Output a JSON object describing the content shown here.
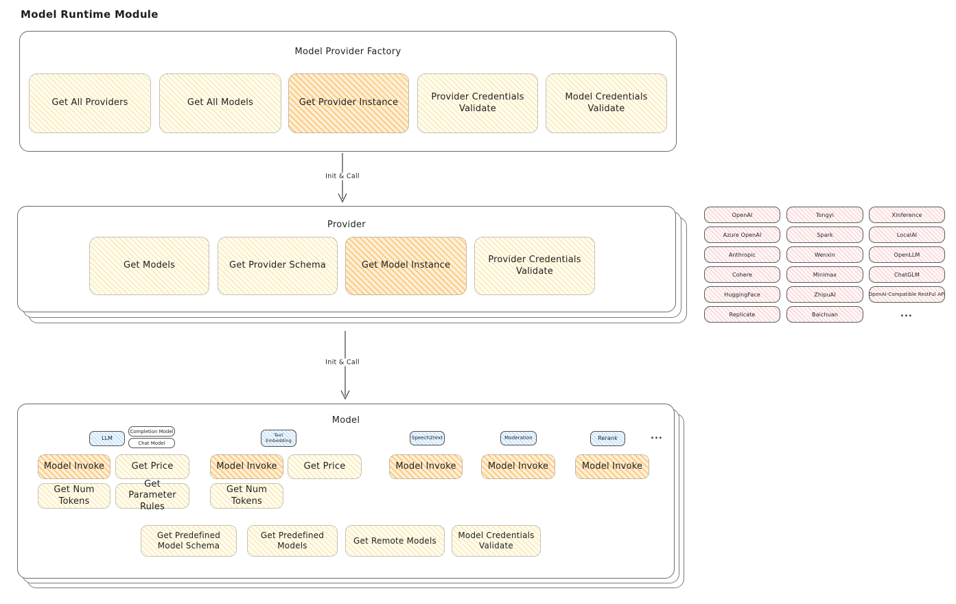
{
  "title": "Model Runtime Module",
  "factory": {
    "title": "Model Provider Factory",
    "items": [
      {
        "label": "Get All Providers",
        "highlighted": false
      },
      {
        "label": "Get All Models",
        "highlighted": false
      },
      {
        "label": "Get Provider Instance",
        "highlighted": true
      },
      {
        "label": "Provider Credentials Validate",
        "highlighted": false
      },
      {
        "label": "Model Credentials Validate",
        "highlighted": false
      }
    ]
  },
  "arrows": {
    "init_call_1": "Init & Call",
    "init_call_2": "Init & Call"
  },
  "provider": {
    "title": "Provider",
    "items": [
      {
        "label": "Get Models",
        "highlighted": false
      },
      {
        "label": "Get Provider Schema",
        "highlighted": false
      },
      {
        "label": "Get Model Instance",
        "highlighted": true
      },
      {
        "label": "Provider Credentials Validate",
        "highlighted": false
      }
    ]
  },
  "providers_grid": {
    "col1": [
      "OpenAI",
      "Azure OpenAI",
      "Anthropic",
      "Cohere",
      "HuggingFace",
      "Replicate"
    ],
    "col2": [
      "Tongyi",
      "Spark",
      "Wenxin",
      "Minimax",
      "ZhipuAI",
      "Baichuan"
    ],
    "col3": [
      "Xinference",
      "LocalAI",
      "OpenLLM",
      "ChatGLM",
      "OpenAI-Compatible RestFul API"
    ],
    "ellipsis": "..."
  },
  "model": {
    "title": "Model",
    "tabs": [
      "LLM",
      "Completion Model",
      "Chat Model",
      "Text Embedding",
      "Speech2text",
      "Moderation",
      "Rerank"
    ],
    "tabs_ellipsis": "...",
    "ops_row1": [
      "Model Invoke",
      "Get Price",
      "Model Invoke",
      "Get Price",
      "Model Invoke",
      "Model Invoke",
      "Model Invoke"
    ],
    "ops_row2": [
      "Get Num Tokens",
      "Get Parameter Rules",
      "Get Num Tokens"
    ],
    "ops_bottom": [
      "Get Predefined Model Schema",
      "Get Predefined Models",
      "Get Remote Models",
      "Model Credentials Validate"
    ]
  },
  "colors": {
    "yellow_fill": "#fffcf0",
    "yellow_hatch": "#f3d578",
    "orange_hatch": "#f5ad42",
    "pink_hatch": "#eea6a6",
    "blue_hatch": "#92c1e8",
    "frame_border": "#696969",
    "text": "#1e1e1e"
  }
}
